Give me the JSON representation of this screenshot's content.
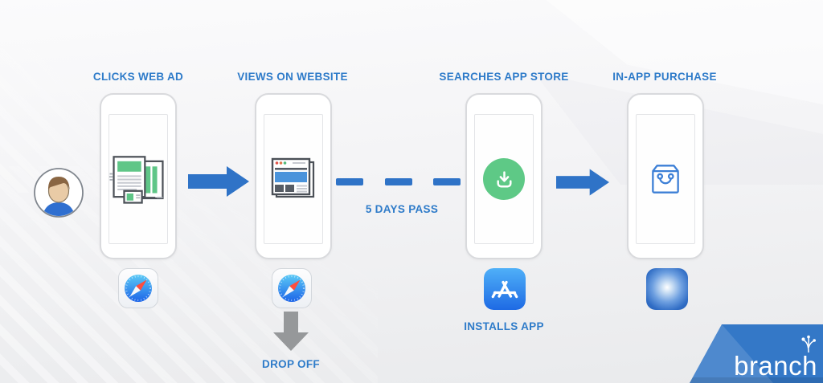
{
  "brand": {
    "name": "branch"
  },
  "colors": {
    "accent_blue": "#2e7bc9",
    "arrow_blue": "#2f73c7",
    "download_green": "#5ec986",
    "banner_blue": "#3478c7",
    "drop_arrow_gray": "#96989a"
  },
  "journey": {
    "user": {
      "icon": "user-avatar"
    },
    "steps": [
      {
        "label": "CLICKS WEB AD",
        "screen_icon": "web-ad-documents-icon",
        "app_icon": "safari-icon"
      },
      {
        "label": "VIEWS ON WEBSITE",
        "screen_icon": "browser-page-icon",
        "app_icon": "safari-icon"
      },
      {
        "label": "SEARCHES APP STORE",
        "screen_icon": "download-circle-icon",
        "app_icon": "app-store-icon",
        "app_caption": "INSTALLS APP"
      },
      {
        "label": "IN-APP PURCHASE",
        "screen_icon": "shopping-bag-icon",
        "app_icon": "installed-app-glow-icon"
      }
    ],
    "connectors": {
      "arrow1": "solid-right-arrow",
      "dashed_label": "5 DAYS PASS",
      "arrow2": "solid-right-arrow",
      "drop_off_label": "DROP OFF"
    }
  }
}
